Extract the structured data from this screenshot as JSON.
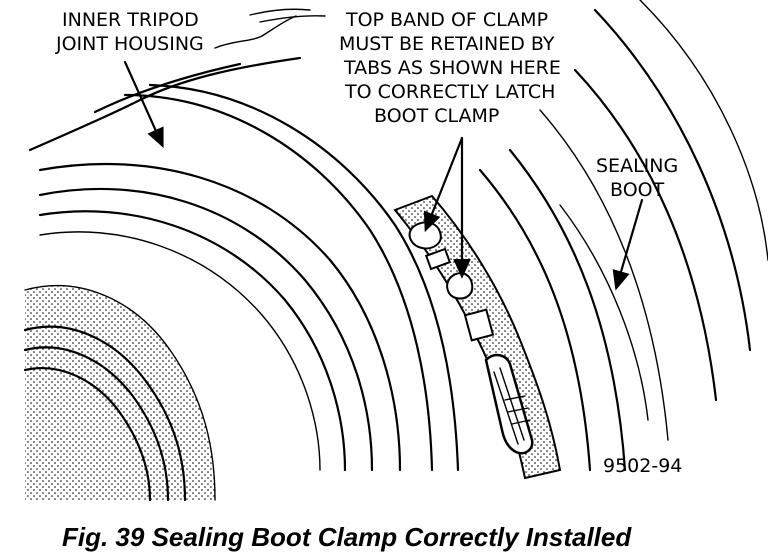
{
  "labels": {
    "housing_line1": "INNER TRIPOD",
    "housing_line2": "JOINT HOUSING",
    "clamp_line1": "TOP BAND OF CLAMP",
    "clamp_line2": "MUST BE RETAINED BY",
    "clamp_line3": "TABS AS SHOWN HERE",
    "clamp_line4": "TO CORRECTLY LATCH",
    "clamp_line5": "BOOT CLAMP",
    "boot_line1": "SEALING",
    "boot_line2": "BOOT",
    "figure_id": "9502-94"
  },
  "caption": "Fig. 39 Sealing Boot Clamp Correctly Installed"
}
